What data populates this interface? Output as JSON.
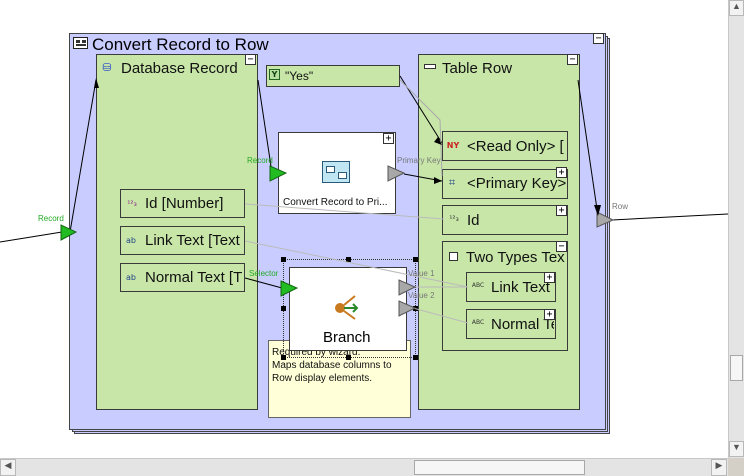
{
  "canvas": {
    "container": {
      "title": "Convert Record to Row"
    },
    "database_record": {
      "title": "Database Record",
      "fields": [
        {
          "label": "Id [Number]",
          "icon": "¹²₃"
        },
        {
          "label": "Link Text [Text",
          "icon": "ab"
        },
        {
          "label": "Normal Text [T",
          "icon": "ab"
        }
      ]
    },
    "yes_node": {
      "label": "\"Yes\""
    },
    "convert_node": {
      "label": "Convert Record to Pri..."
    },
    "branch_node": {
      "label": "Branch"
    },
    "note": {
      "text": "Required by wizard.\nMaps database columns to Row display elements."
    },
    "table_row": {
      "title": "Table Row",
      "items": [
        {
          "label": "<Read Only> [",
          "icon": "NY"
        },
        {
          "label": "<Primary Key>",
          "icon": "⌗"
        },
        {
          "label": "Id",
          "icon": "¹²₃"
        }
      ],
      "group": {
        "title": "Two Types Tex",
        "items": [
          {
            "label": "Link Text",
            "icon": "ABC"
          },
          {
            "label": "Normal Te",
            "icon": "ABC"
          }
        ]
      }
    },
    "port_labels": {
      "record_in": "Record",
      "record_convert": "Record",
      "primary_key": "Primary Key",
      "selector": "Selector",
      "value1": "Value 1",
      "value2": "Value 2",
      "row_out": "Row"
    },
    "colors": {
      "container_bg": "#c8ccff",
      "node_green": "#c8e6a8",
      "port_green": "#22bb22",
      "port_gray": "#a8a8a8",
      "note_bg": "#ffffd8"
    }
  }
}
